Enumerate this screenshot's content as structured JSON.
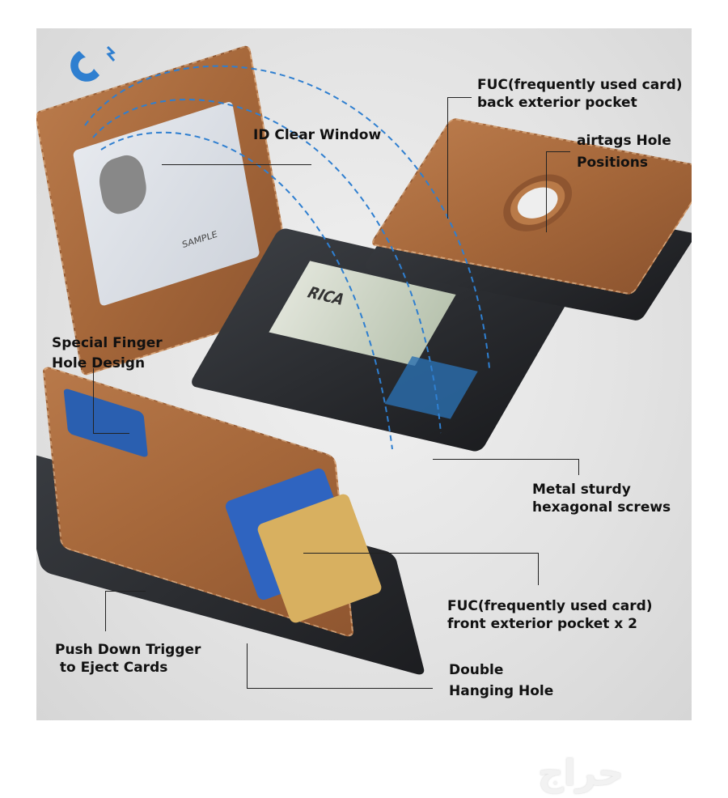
{
  "labels": {
    "id_window": "ID Clear Window",
    "fuc_back_1": "FUC(frequently used card)",
    "fuc_back_2": "back exterior pocket",
    "airtags_1": "airtags Hole",
    "airtags_2": "Positions",
    "finger_1": "Special Finger",
    "finger_2": "Hole Design",
    "screws_1": "Metal sturdy",
    "screws_2": "hexagonal screws",
    "fuc_front_1": "FUC(frequently used card)",
    "fuc_front_2": "front exterior pocket x 2",
    "trigger_1": "Push Down Trigger",
    "trigger_2": " to Eject Cards",
    "hanging_1": "Double",
    "hanging_2": "Hanging Hole"
  },
  "id_card": {
    "sample": "SAMPLE",
    "banknote": "RICA"
  },
  "icons": {
    "magnet": "magnet-icon"
  },
  "colors": {
    "accent_blue": "#2f7fd0",
    "leather": "#a5673a",
    "metal": "#1f2023"
  },
  "watermark": "حراج"
}
